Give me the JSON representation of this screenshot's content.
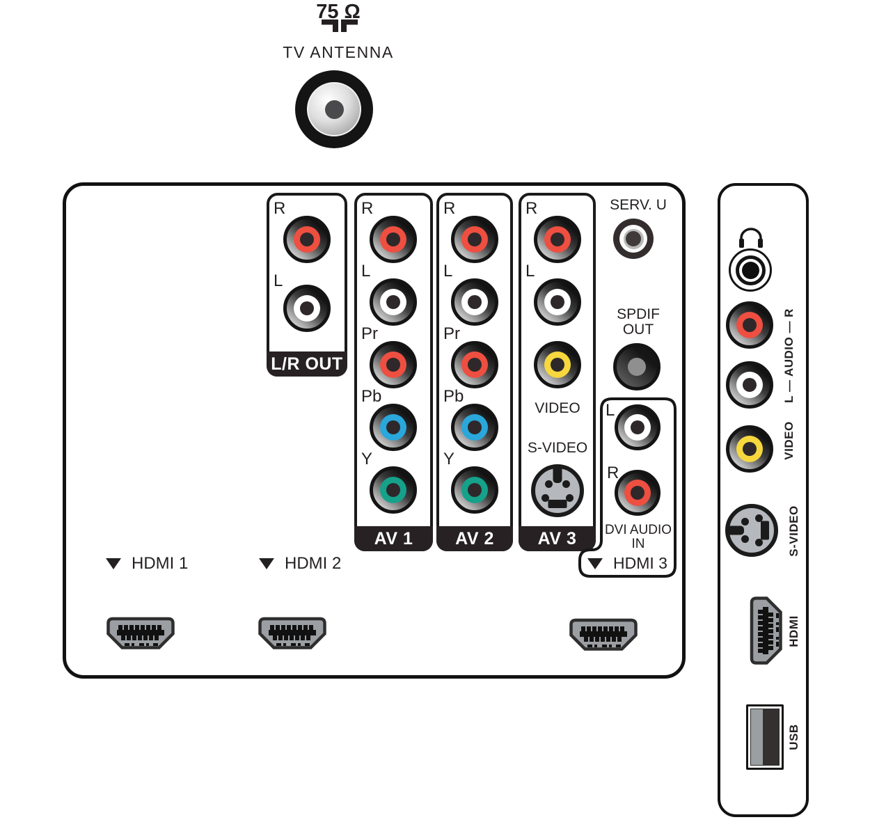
{
  "antenna": {
    "impedance": "75 Ω",
    "label": "TV ANTENNA"
  },
  "main_panel": {
    "lr_out": {
      "title": "L/R OUT",
      "r": "R",
      "l": "L"
    },
    "av1": {
      "title": "AV 1",
      "r": "R",
      "l": "L",
      "pr": "Pr",
      "pb": "Pb",
      "y": "Y"
    },
    "av2": {
      "title": "AV 2",
      "r": "R",
      "l": "L",
      "pr": "Pr",
      "pb": "Pb",
      "y": "Y"
    },
    "av3": {
      "title": "AV 3",
      "r": "R",
      "l": "L",
      "video": "VIDEO",
      "svideo": "S-VIDEO"
    },
    "serv_u": "SERV. U",
    "spdif": {
      "line1": "SPDIF",
      "line2": "OUT"
    },
    "dvi_audio": {
      "l": "L",
      "r": "R",
      "line1": "DVI AUDIO",
      "line2": "IN"
    },
    "hdmi1": "HDMI 1",
    "hdmi2": "HDMI 2",
    "hdmi3": "HDMI 3"
  },
  "side_panel": {
    "audio": "L — AUDIO — R",
    "video": "VIDEO",
    "svideo": "S-VIDEO",
    "hdmi": "HDMI",
    "usb": "USB"
  },
  "colors": {
    "red": "#ee4f41",
    "white": "#ffffff",
    "yellow": "#f6d73e",
    "blue": "#2aa7db",
    "green": "#16a18b",
    "ink": "#231f20"
  }
}
